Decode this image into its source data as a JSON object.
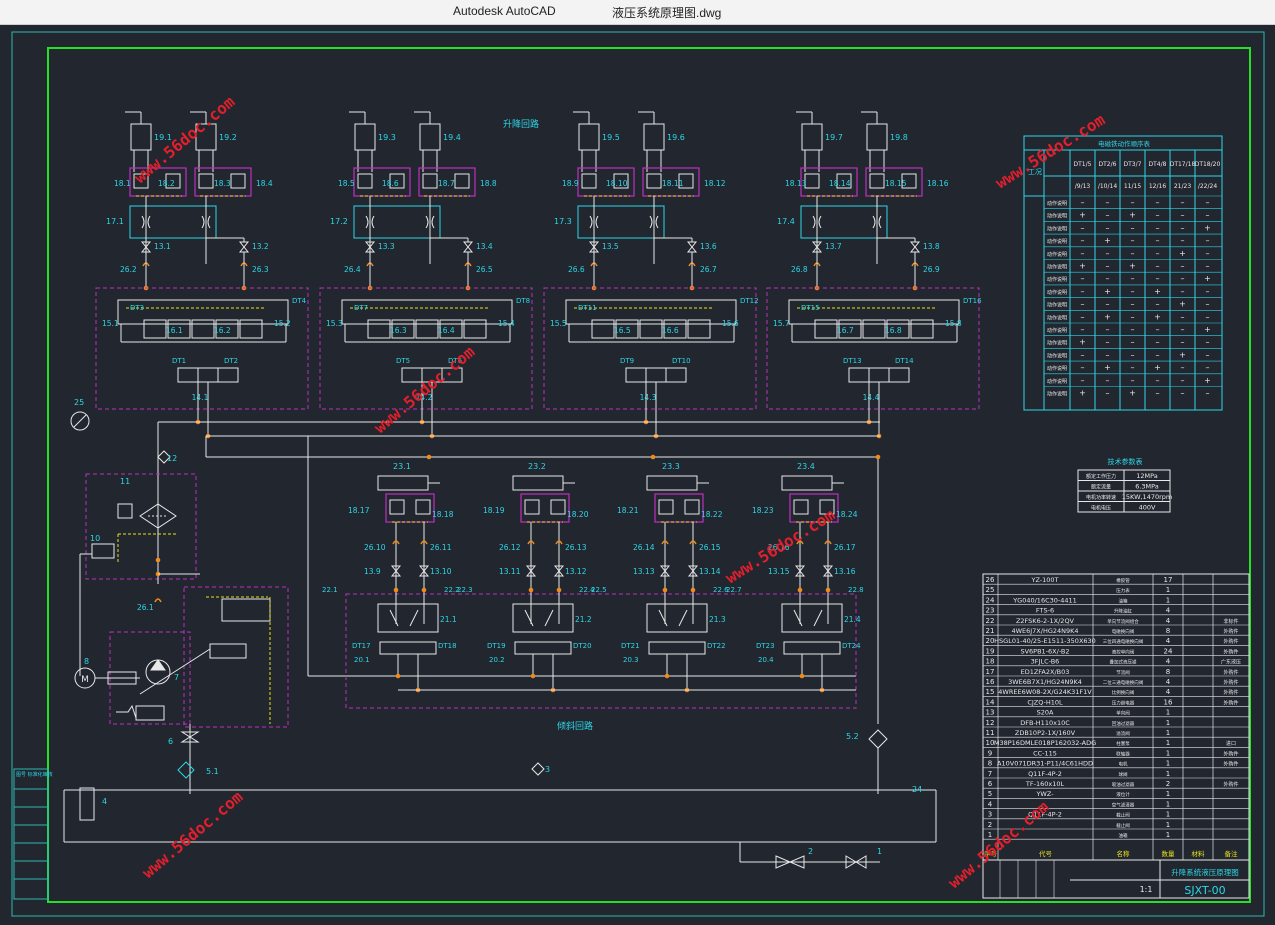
{
  "window": {
    "app": "Autodesk AutoCAD",
    "file": "液压系统原理图.dwg"
  },
  "colors": {
    "bg": "#21262f",
    "frame": "#2eb8b0",
    "border": "#26e026",
    "wire": "#e8e8e8",
    "cyan": "#2fd6e6",
    "magenta": "#c030c0",
    "yellow": "#e8e020",
    "orange": "#f08a1a",
    "watermark": "#e0202c"
  },
  "watermark": "www.56doc.com",
  "labels": {
    "lift_circuit": "升降回路",
    "tilt_circuit": "倾斜回路"
  },
  "lift_groups": [
    {
      "cyl_a": "19.1",
      "cyl_b": "19.2",
      "v1": "18.1",
      "v2": "18.2",
      "v3": "18.3",
      "v4": "18.4",
      "thr": "17.1",
      "ck_a": "13.1",
      "ck_b": "13.2",
      "h_a": "26.2",
      "h_b": "26.3",
      "dt_l": "DT3",
      "dt_r": "DT4",
      "rv_l": "15.1",
      "rv_r": "15.2",
      "p_a": "16.1",
      "p_b": "16.2",
      "dt_a": "DT1",
      "dt_b": "DT2",
      "main": "14.1"
    },
    {
      "cyl_a": "19.3",
      "cyl_b": "19.4",
      "v1": "18.5",
      "v2": "18.6",
      "v3": "18.7",
      "v4": "18.8",
      "thr": "17.2",
      "ck_a": "13.3",
      "ck_b": "13.4",
      "h_a": "26.4",
      "h_b": "26.5",
      "dt_l": "DT7",
      "dt_r": "DT8",
      "rv_l": "15.3",
      "rv_r": "15.4",
      "p_a": "16.3",
      "p_b": "16.4",
      "dt_a": "DT5",
      "dt_b": "DT6",
      "main": "14.2"
    },
    {
      "cyl_a": "19.5",
      "cyl_b": "19.6",
      "v1": "18.9",
      "v2": "18.10",
      "v3": "18.11",
      "v4": "18.12",
      "thr": "17.3",
      "ck_a": "13.5",
      "ck_b": "13.6",
      "h_a": "26.6",
      "h_b": "26.7",
      "dt_l": "DT11",
      "dt_r": "DT12",
      "rv_l": "15.5",
      "rv_r": "15.6",
      "p_a": "16.5",
      "p_b": "16.6",
      "dt_a": "DT9",
      "dt_b": "DT10",
      "main": "14.3"
    },
    {
      "cyl_a": "19.7",
      "cyl_b": "19.8",
      "v1": "18.13",
      "v2": "18.14",
      "v3": "18.15",
      "v4": "18.16",
      "thr": "17.4",
      "ck_a": "13.7",
      "ck_b": "13.8",
      "h_a": "26.8",
      "h_b": "26.9",
      "dt_l": "DT15",
      "dt_r": "DT16",
      "rv_l": "15.7",
      "rv_r": "15.8",
      "p_a": "16.7",
      "p_b": "16.8",
      "dt_a": "DT13",
      "dt_b": "DT14",
      "main": "14.4"
    }
  ],
  "tilt_groups": [
    {
      "cyl": "23.1",
      "v_a": "18.17",
      "v_b": "18.18",
      "h_a": "26.10",
      "h_b": "26.11",
      "ck_a": "13.9",
      "ck_b": "13.10",
      "g_a": "22.1",
      "g_b": "22.2",
      "tv": "21.1",
      "dt_a": "DT17",
      "dt_b": "DT18",
      "main": "20.1"
    },
    {
      "cyl": "23.2",
      "v_a": "18.19",
      "v_b": "18.20",
      "h_a": "26.12",
      "h_b": "26.13",
      "ck_a": "13.11",
      "ck_b": "13.12",
      "g_a": "22.3",
      "g_b": "22.4",
      "tv": "21.2",
      "dt_a": "DT19",
      "dt_b": "DT20",
      "main": "20.2"
    },
    {
      "cyl": "23.3",
      "v_a": "18.21",
      "v_b": "18.22",
      "h_a": "26.14",
      "h_b": "26.15",
      "ck_a": "13.13",
      "ck_b": "13.14",
      "g_a": "22.5",
      "g_b": "22.6",
      "tv": "21.3",
      "dt_a": "DT21",
      "dt_b": "DT22",
      "main": "20.3"
    },
    {
      "cyl": "23.4",
      "v_a": "18.23",
      "v_b": "18.24",
      "h_a": "26.16",
      "h_b": "26.17",
      "ck_a": "13.15",
      "ck_b": "13.16",
      "g_a": "22.7",
      "g_b": "22.8",
      "tv": "21.4",
      "dt_a": "DT23",
      "dt_b": "DT24",
      "main": "20.4"
    }
  ],
  "pump_labels": {
    "gauge": "25",
    "check": "12",
    "filter_unit": "11",
    "relief": "10",
    "hose": "26.1",
    "motor": "8",
    "pump": "7",
    "valve": "6",
    "filter": "5.1",
    "return_filter": "5.2",
    "tank": "3",
    "level": "4",
    "drain_a": "2",
    "drain_b": "1",
    "tank_no": "24",
    "motor_sym": "M"
  },
  "solenoid_table": {
    "title": "电磁铁动作顺序表",
    "left_header": "工况",
    "header": [
      "",
      "DT1/5",
      "DT2/6",
      "DT3/7",
      "DT4/8",
      "DT17/18",
      "DT18/20"
    ],
    "header2": [
      "",
      "/9/13",
      "/10/14",
      "11/15",
      "12/16",
      "21/23",
      "/22/24"
    ],
    "rows": [
      [
        "动作说明",
        "–",
        "–",
        "–",
        "–",
        "–",
        "–"
      ],
      [
        "动作说明",
        "+",
        "–",
        "+",
        "–",
        "–",
        "–"
      ],
      [
        "动作说明",
        "–",
        "–",
        "–",
        "–",
        "–",
        "+"
      ],
      [
        "动作说明",
        "–",
        "+",
        "–",
        "–",
        "–",
        "–"
      ],
      [
        "动作说明",
        "–",
        "–",
        "–",
        "–",
        "+",
        "–"
      ],
      [
        "动作说明",
        "+",
        "–",
        "+",
        "–",
        "–",
        "–"
      ],
      [
        "动作说明",
        "–",
        "–",
        "–",
        "–",
        "–",
        "+"
      ],
      [
        "动作说明",
        "–",
        "+",
        "–",
        "+",
        "–",
        "–"
      ],
      [
        "动作说明",
        "–",
        "–",
        "–",
        "–",
        "+",
        "–"
      ],
      [
        "动作说明",
        "–",
        "+",
        "–",
        "+",
        "–",
        "–"
      ],
      [
        "动作说明",
        "–",
        "–",
        "–",
        "–",
        "–",
        "+"
      ],
      [
        "动作说明",
        "+",
        "–",
        "–",
        "–",
        "–",
        "–"
      ],
      [
        "动作说明",
        "–",
        "–",
        "–",
        "–",
        "+",
        "–"
      ],
      [
        "动作说明",
        "–",
        "+",
        "–",
        "+",
        "–",
        "–"
      ],
      [
        "动作说明",
        "–",
        "–",
        "–",
        "–",
        "–",
        "+"
      ],
      [
        "动作说明",
        "+",
        "–",
        "+",
        "–",
        "–",
        "–"
      ]
    ]
  },
  "tech_params": {
    "title": "技术参数表",
    "rows": [
      [
        "额定工作压力",
        "12MPa"
      ],
      [
        "额定流量",
        "6.3MPa"
      ],
      [
        "电机功率转速",
        "15KW,1470rpm"
      ],
      [
        "电机电压",
        "400V"
      ]
    ]
  },
  "bom": [
    [
      "26",
      "YZ-100T",
      "橡胶管",
      "17",
      "",
      ""
    ],
    [
      "25",
      "",
      "压力表",
      "1",
      "",
      ""
    ],
    [
      "24",
      "YG040/16C30-4411",
      "油箱",
      "1",
      "",
      ""
    ],
    [
      "23",
      "FTS-6",
      "升降油缸",
      "4",
      "",
      ""
    ],
    [
      "22",
      "Z2FSK6-2-1X/2QV",
      "单向节流阀组合",
      "4",
      "",
      "非标件"
    ],
    [
      "21",
      "4WE6J7X/HG24N9K4",
      "电磁换向阀",
      "8",
      "",
      "外购件"
    ],
    [
      "20",
      "HSGL01-40/25-E1511-350X630",
      "三位四通电磁换向阀",
      "4",
      "",
      "外购件"
    ],
    [
      "19",
      "SV6PB1-6X/-B2",
      "液控单向阀",
      "24",
      "",
      "外购件"
    ],
    [
      "18",
      "3FJLC-B6",
      "叠加式液压锁",
      "4",
      "",
      "广东液压"
    ],
    [
      "17",
      "ED1ZFA2X/B03",
      "节流阀",
      "8",
      "",
      "外购件"
    ],
    [
      "16",
      "3WE6B7X1/HG24N9K4",
      "二位三通电磁换向阀",
      "4",
      "",
      "外购件"
    ],
    [
      "15",
      "4WREE6W08-2X/G24K31F1V",
      "比例换向阀",
      "4",
      "",
      "外购件"
    ],
    [
      "14",
      "CJZQ-H10L",
      "压力继电器",
      "16",
      "",
      "外购件"
    ],
    [
      "13",
      "S20A",
      "单向阀",
      "1",
      "",
      ""
    ],
    [
      "12",
      "DFB-H110x10C",
      "回油过滤器",
      "1",
      "",
      ""
    ],
    [
      "11",
      "ZDB10P2-1X/160V",
      "溢流阀",
      "1",
      "",
      ""
    ],
    [
      "10",
      "M38P16DMLE018P162032-ADG",
      "柱塞泵",
      "1",
      "",
      "进口"
    ],
    [
      "9",
      "CC-115",
      "联轴器",
      "1",
      "",
      "外购件"
    ],
    [
      "8",
      "A10V071DR31-P11/4C61HDD",
      "电机",
      "1",
      "",
      "外购件"
    ],
    [
      "7",
      "Q11F-4P-2",
      "球阀",
      "1",
      "",
      ""
    ],
    [
      "6",
      "TF-160x10L",
      "吸油过滤器",
      "2",
      "",
      "外购件"
    ],
    [
      "5",
      "YWZ-",
      "液位计",
      "1",
      "",
      ""
    ],
    [
      "4",
      "",
      "空气滤清器",
      "1",
      "",
      ""
    ],
    [
      "3",
      "Q11F-4P-2",
      "截止阀",
      "1",
      "",
      ""
    ],
    [
      "2",
      "",
      "截止阀",
      "1",
      "",
      ""
    ],
    [
      "1",
      "",
      "油箱",
      "1",
      "",
      ""
    ]
  ],
  "bom_header": [
    "序号",
    "代号",
    "名称",
    "数量",
    "材料",
    "备注"
  ],
  "title_block": {
    "name": "升降系统液压原理图",
    "drawing_no": "SJXT-00",
    "scale": "1:1"
  },
  "left_tab": "图号 标准化审核"
}
